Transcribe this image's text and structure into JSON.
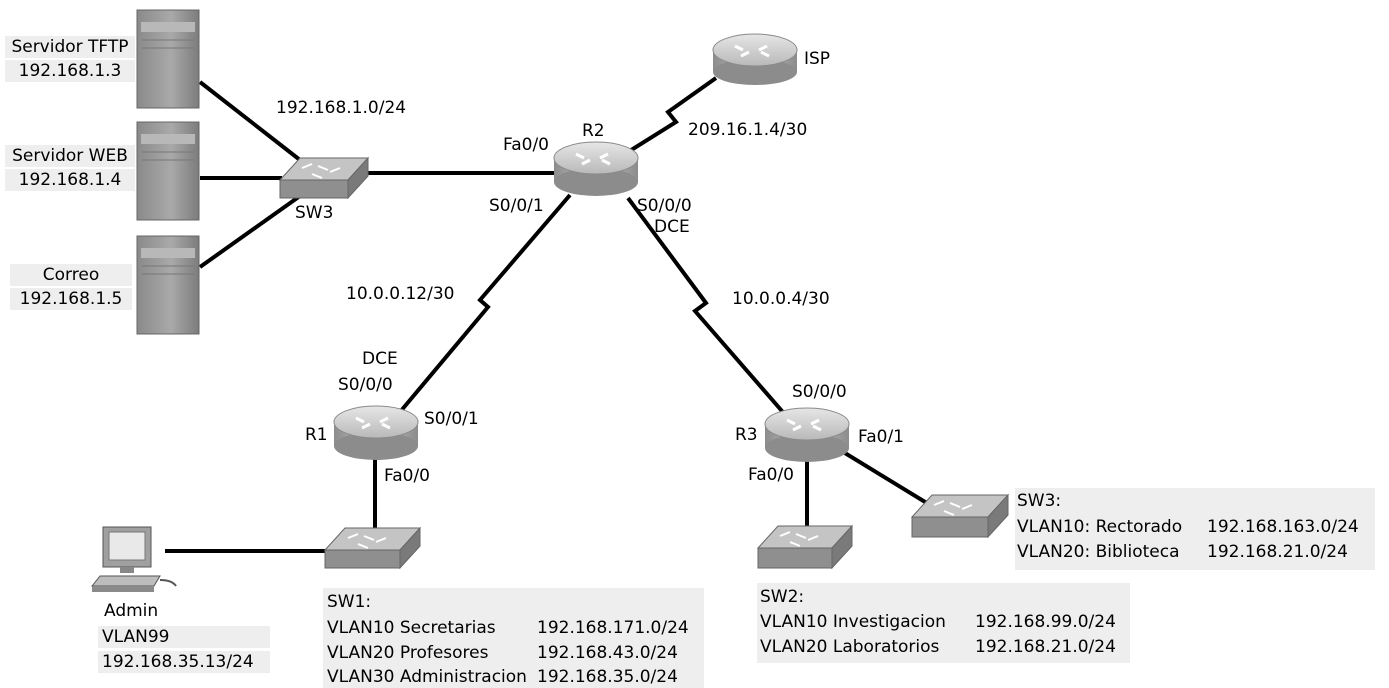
{
  "devices": {
    "tftp_server": {
      "name": "Servidor TFTP",
      "ip": "192.168.1.3"
    },
    "web_server": {
      "name": "Servidor WEB",
      "ip": "192.168.1.4"
    },
    "mail_server": {
      "name": "Correo",
      "ip": "192.168.1.5"
    },
    "sw3_top": {
      "name": "SW3"
    },
    "r2": {
      "name": "R2"
    },
    "isp": {
      "name": "ISP"
    },
    "r1": {
      "name": "R1"
    },
    "r3": {
      "name": "R3"
    },
    "admin": {
      "name": "Admin",
      "vlan": "VLAN99",
      "ip": "192.168.35.13/24"
    }
  },
  "networks": {
    "server_lan": "192.168.1.0/24",
    "isp_link": "209.16.1.4/30",
    "r1_r2_link": "10.0.0.12/30",
    "r2_r3_link": "10.0.0.4/30"
  },
  "interfaces": {
    "r2_fa00": "Fa0/0",
    "r2_s001": "S0/0/1",
    "r2_s000": "S0/0/0",
    "r2_dce": "DCE",
    "r1_dce": "DCE",
    "r1_s000": "S0/0/0",
    "r1_s001": "S0/0/1",
    "r1_fa00": "Fa0/0",
    "r3_s000": "S0/0/0",
    "r3_fa01": "Fa0/1",
    "r3_fa00": "Fa0/0"
  },
  "sw1_info": {
    "title": "SW1:",
    "vlans": [
      {
        "name": "VLAN10 Secretarias",
        "net": "192.168.171.0/24"
      },
      {
        "name": "VLAN20 Profesores",
        "net": "192.168.43.0/24"
      },
      {
        "name": "VLAN30 Administracion",
        "net": "192.168.35.0/24"
      }
    ]
  },
  "sw2_info": {
    "title": "SW2:",
    "vlans": [
      {
        "name": "VLAN10 Investigacion",
        "net": "192.168.99.0/24"
      },
      {
        "name": "VLAN20 Laboratorios",
        "net": "192.168.21.0/24"
      }
    ]
  },
  "sw3_info": {
    "title": "SW3:",
    "vlans": [
      {
        "name": "VLAN10: Rectorado",
        "net": "192.168.163.0/24"
      },
      {
        "name": "VLAN20: Biblioteca",
        "net": "192.168.21.0/24"
      }
    ]
  }
}
